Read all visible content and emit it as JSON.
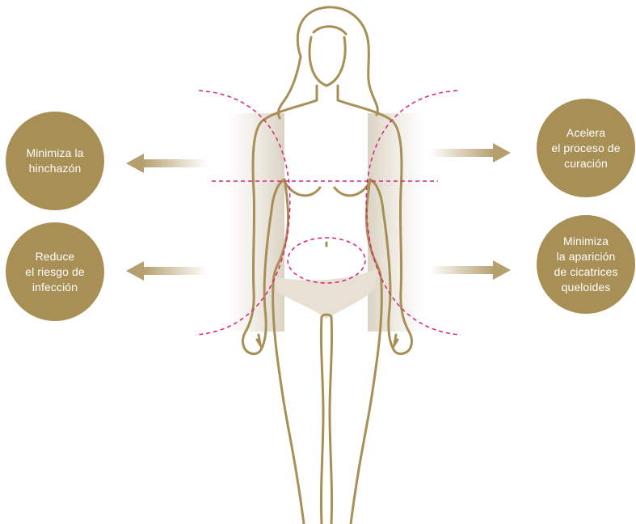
{
  "colors": {
    "gold": "#a88f56",
    "outline": "#a88f56",
    "dashed_zone": "#d6247c",
    "underwear": "#e9e0d4",
    "arrow": "#b59f6d"
  },
  "benefits": [
    {
      "text": "Minimiza la\nhinchazón",
      "side": "left"
    },
    {
      "text": "Reduce\nel riesgo de\ninfección",
      "side": "left"
    },
    {
      "text": "Acelera\nel proceso de\ncuración",
      "side": "right"
    },
    {
      "text": "Minimiza\nla aparición\nde cicatrices\nqueloides",
      "side": "right"
    }
  ],
  "icons": {
    "figure": "female-body-outline-icon",
    "arrow": "arrow-icon"
  }
}
